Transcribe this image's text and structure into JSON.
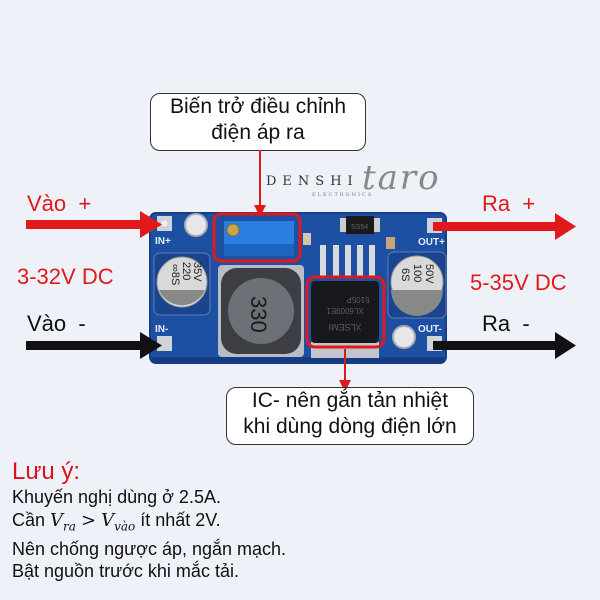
{
  "callouts": {
    "potentiometer": [
      "Biến trở điều chỉnh",
      "điện áp ra"
    ],
    "ic": [
      "IC- nên gắn tản nhiệt",
      "khi dùng dòng điện lớn"
    ]
  },
  "input": {
    "plus_label": "Vào  +",
    "minus_label": "Vào  -",
    "range": "3-32V DC"
  },
  "output": {
    "plus_label": "Ra  +",
    "minus_label": "Ra  -",
    "range": "5-35V DC"
  },
  "board": {
    "pin_in_plus": "IN+",
    "pin_in_minus": "IN-",
    "pin_out_plus": "OUT+",
    "pin_out_minus": "OUT-",
    "cap_in": [
      "∞8S",
      "220",
      "35V"
    ],
    "cap_out": [
      "6S",
      "100",
      "50V"
    ],
    "inductor": "330",
    "ic_text": [
      "XL6009E1",
      "XLSEMI",
      "5105P"
    ],
    "diode": "SS54"
  },
  "brand": {
    "name": "DENSHI",
    "sub": "ELECTRONICS",
    "script": "taro"
  },
  "notes": {
    "title": "Lưu ý:",
    "line1": "Khuyến nghị dùng ở 2.5A.",
    "line2_prefix": "Cần",
    "v_ra": "V",
    "v_ra_sub": "ra",
    "gt": ">",
    "v_vao": "V",
    "v_vao_sub": "vào",
    "line2_suffix": "ít nhất 2V.",
    "line3": "Nên chống ngược áp, ngắn mạch.",
    "line4": "Bật nguồn trước khi mắc tải."
  },
  "colors": {
    "accent_red": "#e01a1a",
    "pcb_blue": "#1d4fa3",
    "background": "#eef1f8"
  }
}
